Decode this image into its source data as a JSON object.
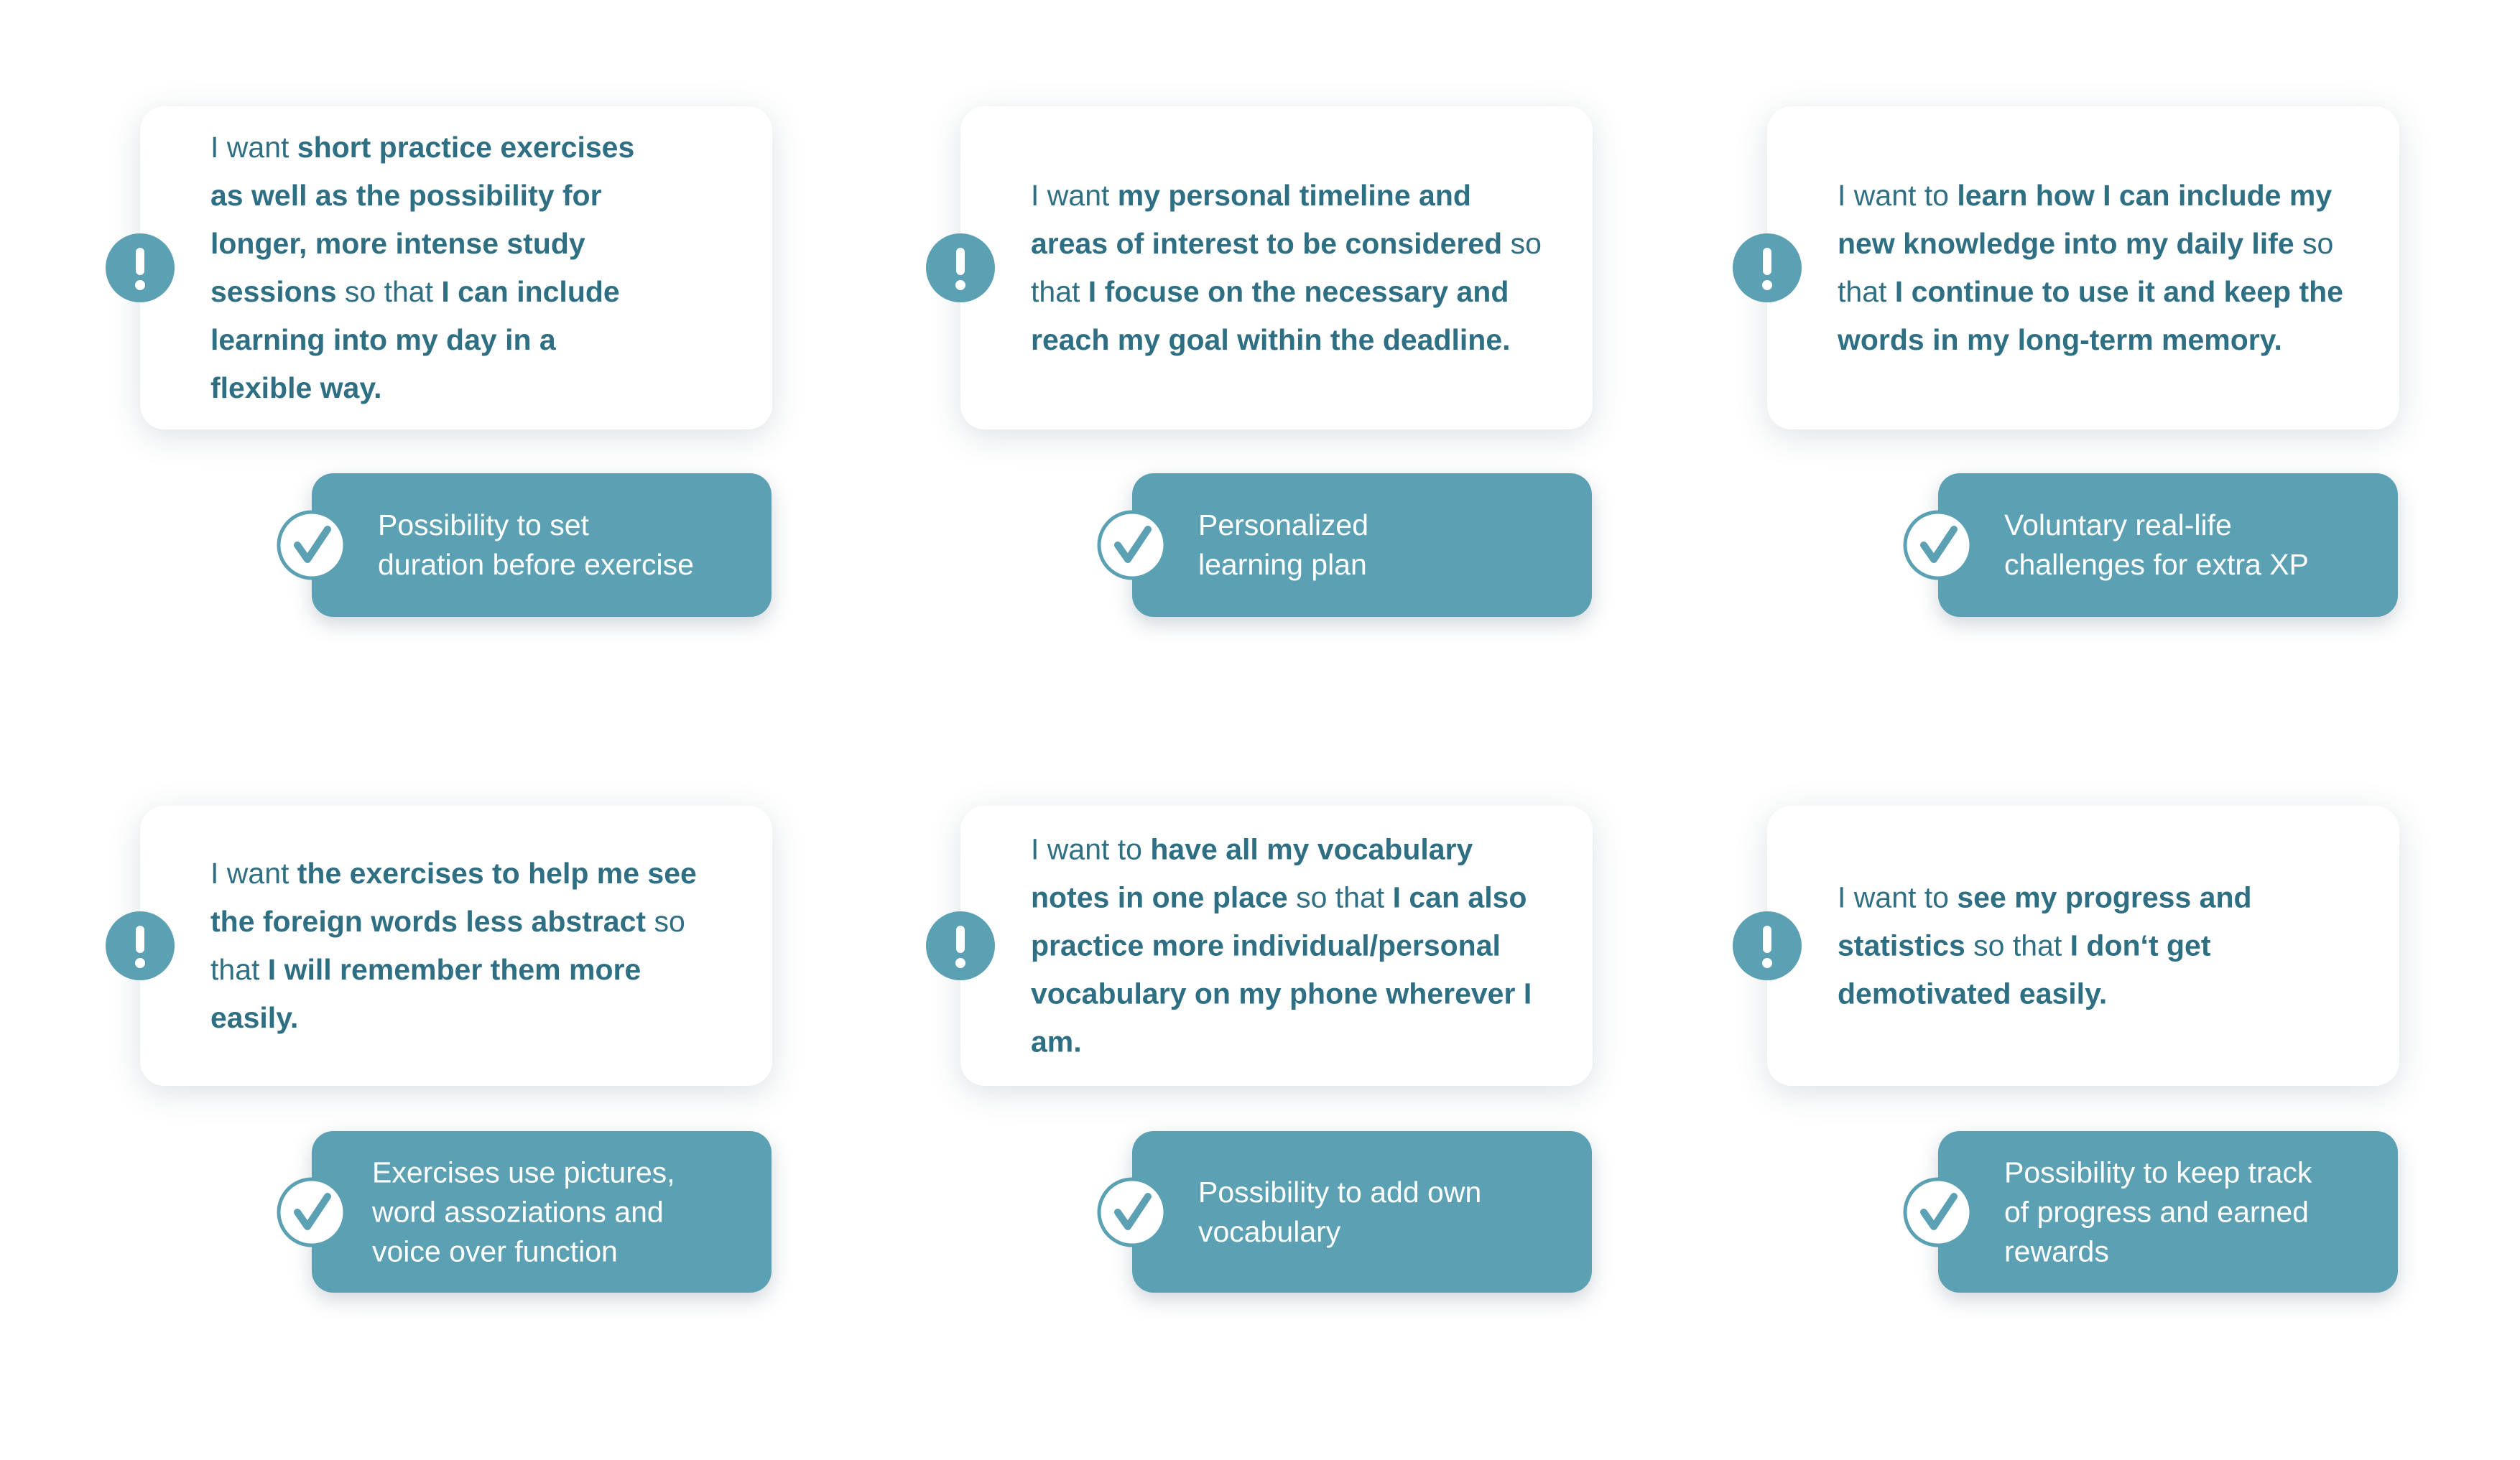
{
  "colors": {
    "accent": "#5ca1b3",
    "text": "#2f6f83",
    "card": "#ffffff",
    "background": "#ffffff"
  },
  "icons": {
    "alert": "exclamation-icon",
    "check": "checkmark-icon"
  },
  "stories": [
    {
      "segments": [
        {
          "text": "I want ",
          "bold": false
        },
        {
          "text": "short practice exercises as well as the possibility for longer, more intense study sessions",
          "bold": true
        },
        {
          "text": " so that ",
          "bold": false
        },
        {
          "text": "I can include learning into my day in a flexible way.",
          "bold": true
        }
      ],
      "solution": "Possibility to set\nduration before exercise"
    },
    {
      "segments": [
        {
          "text": "I want ",
          "bold": false
        },
        {
          "text": "my personal timeline and areas of interest to be considered",
          "bold": true
        },
        {
          "text": " so that ",
          "bold": false
        },
        {
          "text": "I focuse on the necessary and reach my goal within the deadline.",
          "bold": true
        }
      ],
      "solution": "Personalized\nlearning plan"
    },
    {
      "segments": [
        {
          "text": "I want to ",
          "bold": false
        },
        {
          "text": "learn how I can include my new knowledge into my daily life",
          "bold": true
        },
        {
          "text": " so that ",
          "bold": false
        },
        {
          "text": "I continue to use it and keep the words in my long-term memory.",
          "bold": true
        }
      ],
      "solution": "Voluntary real-life\nchallenges for extra XP"
    },
    {
      "segments": [
        {
          "text": "I want ",
          "bold": false
        },
        {
          "text": "the exercises to help me see the foreign words less abstract",
          "bold": true
        },
        {
          "text": " so that ",
          "bold": false
        },
        {
          "text": "I will remember them more easily.",
          "bold": true
        }
      ],
      "solution": "Exercises use pictures,\nword assoziations and\nvoice over function"
    },
    {
      "segments": [
        {
          "text": "I want to ",
          "bold": false
        },
        {
          "text": "have all my vocabulary notes in one place",
          "bold": true
        },
        {
          "text": " so that ",
          "bold": false
        },
        {
          "text": "I can also practice more individual/personal vocabulary on my phone wherever I am.",
          "bold": true
        }
      ],
      "solution": "Possibility to add own\n vocabulary"
    },
    {
      "segments": [
        {
          "text": "I want to ",
          "bold": false
        },
        {
          "text": "see my progress and statistics",
          "bold": true
        },
        {
          "text": " so that ",
          "bold": false
        },
        {
          "text": "I don‘t get demotivated easily.",
          "bold": true
        }
      ],
      "solution": "Possibility to keep track\nof progress and earned\nrewards"
    }
  ]
}
